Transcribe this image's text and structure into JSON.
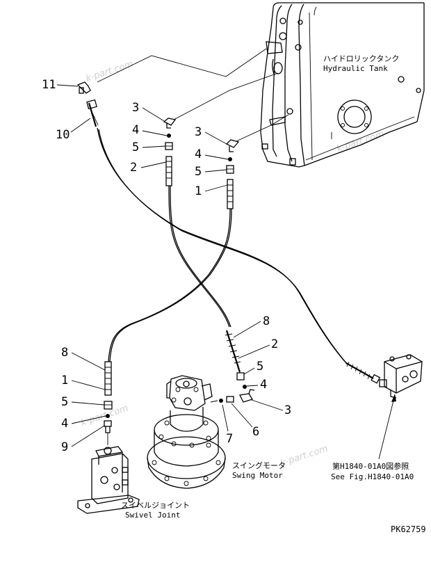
{
  "figure_id": "PK62759",
  "watermark": "k-part.com",
  "components": {
    "hydraulic_tank": {
      "label_jp": "ハイドロリックタンク",
      "label_en": "Hydraulic Tank"
    },
    "swing_motor": {
      "label_jp": "スイングモータ",
      "label_en": "Swing Motor"
    },
    "swivel_joint": {
      "label_jp": "スイベルジョイント",
      "label_en": "Swivel Joint"
    },
    "reference": {
      "label_jp": "第H1840-01A0図参照",
      "label_en": "See Fig.H1840-01A0"
    }
  },
  "callouts": {
    "c11": "11",
    "c10": "10",
    "c3a": "3",
    "c4a": "4",
    "c5a": "5",
    "c2a": "2",
    "c3b": "3",
    "c4b": "4",
    "c5b": "5",
    "c1b": "1",
    "c8a": "8",
    "c2c": "2",
    "c5c": "5",
    "c4c": "4",
    "c3c": "3",
    "c6": "6",
    "c7": "7",
    "c8d": "8",
    "c1d": "1",
    "c5d": "5",
    "c4d": "4",
    "c9": "9"
  }
}
